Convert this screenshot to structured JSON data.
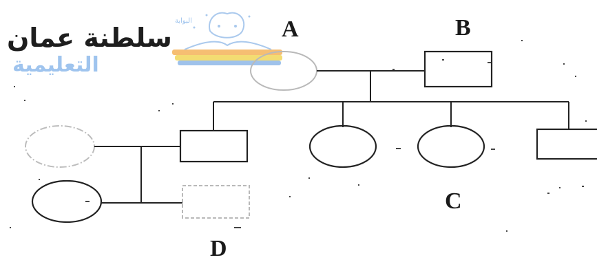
{
  "watermark": {
    "line1": "سلطنة عمان",
    "line2": "التعليمية",
    "tiny": "البوابة",
    "line1_color": "#1e1e1e",
    "line2_color": "#9fc4ee",
    "book_colors": [
      "#f5b35a",
      "#f2d75a",
      "#8fb8e8"
    ]
  },
  "labels": {
    "a": "A",
    "b": "B",
    "c": "C",
    "d": "D"
  },
  "colors": {
    "stroke": "#222222",
    "faded_stroke": "#b9b9b9"
  }
}
